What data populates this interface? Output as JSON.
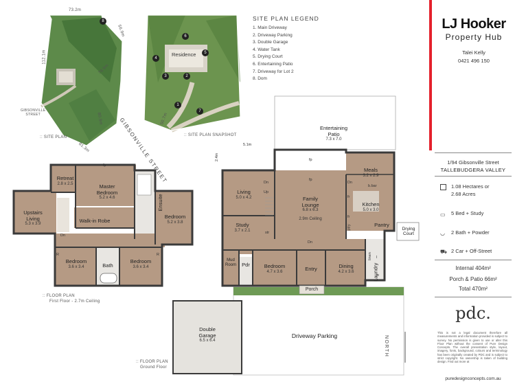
{
  "site_plan": {
    "label": ":: SITE PLAN",
    "street": "GIBSONVILLE\nSTREET",
    "dims": [
      "73.2m",
      "56.9m",
      "112.1m",
      "79.9m",
      "80.9m",
      "81.3m"
    ],
    "dom_marker": "8"
  },
  "snapshot": {
    "label": ":: SITE PLAN SNAPSHOT",
    "residence": "Residence",
    "street": "GIBSONVILLE STREET",
    "frontage": "50.7m",
    "markers": [
      "1",
      "2",
      "3",
      "4",
      "5",
      "6",
      "7"
    ]
  },
  "legend": {
    "title": "SITE PLAN LEGEND",
    "items": [
      "1. Main Driveway",
      "2. Driveway Parking",
      "3. Double Garage",
      "4. Water Tank",
      "5. Drying Court",
      "6. Entertaining Patio",
      "7. Driveway for Lot 2",
      "8. Dom"
    ]
  },
  "first_floor": {
    "label": ":: FLOOR PLAN",
    "sub": "First Floor - 2.7m Ceiling",
    "rooms": {
      "retreat": {
        "name": "Retreat",
        "dim": "2.8 x 2.5"
      },
      "master": {
        "name": "Master\nBedroom",
        "dim": "5.2 x 4.6"
      },
      "ensuite": {
        "name": "Ensuite"
      },
      "upstairs": {
        "name": "Upstairs\nLiving",
        "dim": "5.3 x 3.9"
      },
      "walkin": {
        "name": "Walk-in Robe"
      },
      "bedroom_r": {
        "name": "Bedroom",
        "dim": "5.2 x 3.8"
      },
      "bedroom_l": {
        "name": "Bedroom",
        "dim": "3.6 x 3.4"
      },
      "bath": {
        "name": "Bath"
      },
      "bedroom_m": {
        "name": "Bedroom",
        "dim": "3.6 x 3.4"
      }
    },
    "fp": "fp",
    "dn": "Dn",
    "r": "R"
  },
  "ground_floor": {
    "label": ":: FLOOR PLAN",
    "sub": "Ground Floor",
    "rooms": {
      "patio": {
        "name": "Entertaining\nPatio",
        "dim": "7.3 x 7.0"
      },
      "meals": {
        "name": "Meals",
        "dim": "3.2 x 2.9"
      },
      "living": {
        "name": "Living",
        "dim": "5.0 x 4.2"
      },
      "family": {
        "name": "Family\nLounge",
        "dim": "6.8 x 6.3",
        "ceiling": "2.9m Ceiling"
      },
      "kitchen": {
        "name": "Kitchen",
        "dim": "5.0 x 3.0"
      },
      "study": {
        "name": "Study",
        "dim": "3.7 x 2.1"
      },
      "pantry": {
        "name": "Pantry"
      },
      "drying": {
        "name": "Drying\nCourt"
      },
      "mud": {
        "name": "Mud\nRoom"
      },
      "pdr": {
        "name": "Pdr"
      },
      "bedroom": {
        "name": "Bedroom",
        "dim": "4.7 x 3.6"
      },
      "entry": {
        "name": "Entry"
      },
      "dining": {
        "name": "Dining",
        "dim": "4.2 x 3.6"
      },
      "laundry": {
        "name": "Laundry"
      },
      "porch": {
        "name": "Porch"
      },
      "garage": {
        "name": "Double\nGarage",
        "dim": "6.5 x 6.4"
      },
      "driveway": {
        "name": "Driveway Parking"
      }
    },
    "dims": {
      "w": "5.1m",
      "h": "2.4m"
    },
    "labels": {
      "fp": "fp",
      "dn": "Dn",
      "up": "Up",
      "fr": "fr",
      "bbar": "b.bar",
      "str": "str",
      "ptry": "ptry",
      "linen": "linen",
      "w": "w",
      "l": "l"
    },
    "north": "NORTH"
  },
  "agency": {
    "brand": "LJ Hooker",
    "office": "Property Hub",
    "agent": "Talei Kelly",
    "phone": "0421 496 150",
    "accent": "#e4212c"
  },
  "property": {
    "address1": "1/94 Gibsonville Street",
    "address2": "TALLEBUDGERA VALLEY",
    "land": "1.08 Hectares or\n2.68 Acres",
    "beds": "5 Bed + Study",
    "baths": "2 Bath + Powder",
    "cars": "2 Car + Off-Street",
    "internal": "Internal 404m²",
    "porch": "Porch & Patio 66m²",
    "total": "Total 470m²"
  },
  "disclaimer": {
    "logo": "pdc.",
    "text": "This is not a legal document therefore all measurements and information provided is subject to survey. No permission is given to use or alter this Floor Plan without the consent of Pure Design Concepts. The overall presentation style, layout, imagery, fonts, background, colours and terminology has been originally created by PDC and is subject to strict copyright. No ownership is taken of building design. Find out more at",
    "url": "puredesignconcepts.com.au"
  }
}
